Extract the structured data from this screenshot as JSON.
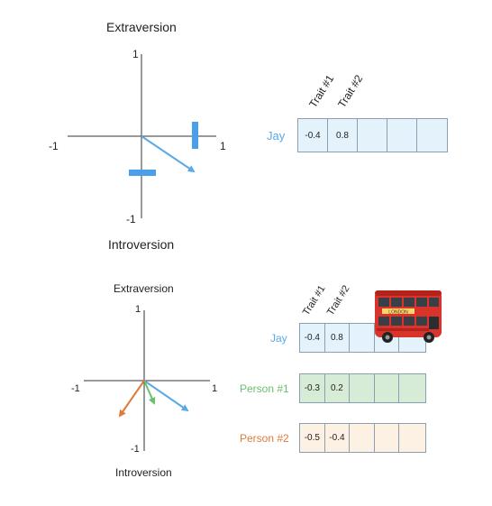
{
  "diagram1": {
    "title_top": "Extraversion",
    "title_bottom": "Introversion",
    "tick_pos": "1",
    "tick_neg": "-1",
    "row_label": "Jay",
    "headers": [
      "Trait #1",
      "Trait #2"
    ],
    "values": [
      "-0.4",
      "0.8",
      "",
      "",
      ""
    ],
    "vector": [
      0.8,
      -0.4
    ]
  },
  "diagram2": {
    "title_top": "Extraversion",
    "title_bottom": "Introversion",
    "tick_pos": "1",
    "tick_neg": "-1",
    "headers": [
      "Trait #1",
      "Trait #2"
    ],
    "rows": [
      {
        "label": "Jay",
        "values": [
          "-0.4",
          "0.8",
          "",
          "",
          ""
        ]
      },
      {
        "label": "Person #1",
        "values": [
          "-0.3",
          "0.2",
          "",
          "",
          ""
        ]
      },
      {
        "label": "Person #2",
        "values": [
          "-0.5",
          "-0.4",
          "",
          "",
          ""
        ]
      }
    ],
    "vectors": [
      [
        0.8,
        -0.4
      ],
      [
        0.2,
        -0.3
      ],
      [
        -0.4,
        -0.5
      ]
    ],
    "bus_text": "LONDON"
  },
  "colors": {
    "jay": "#5aaae8",
    "person1": "#6cc06c",
    "person2": "#e07a3c",
    "jay_fill": "#e4f2fb",
    "person1_fill": "#d7ecd7",
    "person2_fill": "#fdf1e3",
    "bar": "#4a9fe8",
    "bus_red": "#d8342c"
  }
}
